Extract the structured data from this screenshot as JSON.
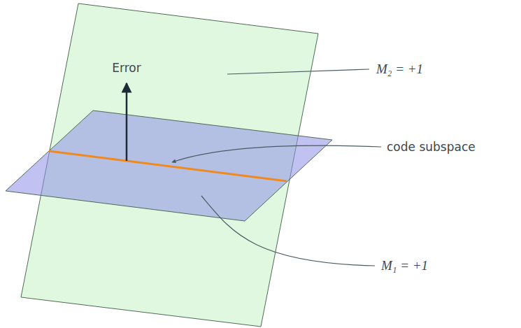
{
  "diagram": {
    "labels": [
      "Error",
      "M₂ = +1",
      "code subspace",
      "M₁ = +1"
    ]
  }
}
